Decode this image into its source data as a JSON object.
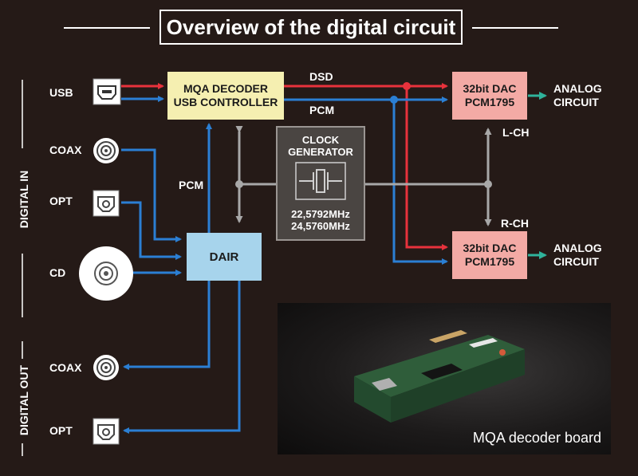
{
  "title": "Overview of the digital circuit",
  "sections": {
    "digital_in": "DIGITAL IN",
    "digital_out": "DIGITAL OUT"
  },
  "inputs": {
    "usb": "USB",
    "coax": "COAX",
    "opt": "OPT",
    "cd": "CD"
  },
  "outputs": {
    "coax": "COAX",
    "opt": "OPT"
  },
  "blocks": {
    "mqa_decoder": [
      "MQA DECODER",
      "USB CONTROLLER"
    ],
    "dair": "DAIR",
    "dac_l": [
      "32bit DAC",
      "PCM1795"
    ],
    "dac_r": [
      "32bit DAC",
      "PCM1795"
    ],
    "clock": {
      "title": [
        "CLOCK",
        "GENERATOR"
      ],
      "freqs": [
        "22,5792MHz",
        "24,5760MHz"
      ]
    }
  },
  "signals": {
    "dsd": "DSD",
    "pcm_top": "PCM",
    "pcm_side": "PCM",
    "lch": "L-CH",
    "rch": "R-CH"
  },
  "analog_out": {
    "top": [
      "ANALOG",
      "CIRCUIT"
    ],
    "bottom": [
      "ANALOG",
      "CIRCUIT"
    ]
  },
  "photo_caption": "MQA decoder board",
  "colors": {
    "background": "#251a17",
    "dsd_line": "#e8323c",
    "pcm_line": "#2b7fd4",
    "grey_line": "#a8a8a8",
    "analog_arrow": "#2fb39b",
    "mqa_block": "#f5efb1",
    "dair_block": "#a7d4ec",
    "dac_block": "#f3aaa5"
  }
}
